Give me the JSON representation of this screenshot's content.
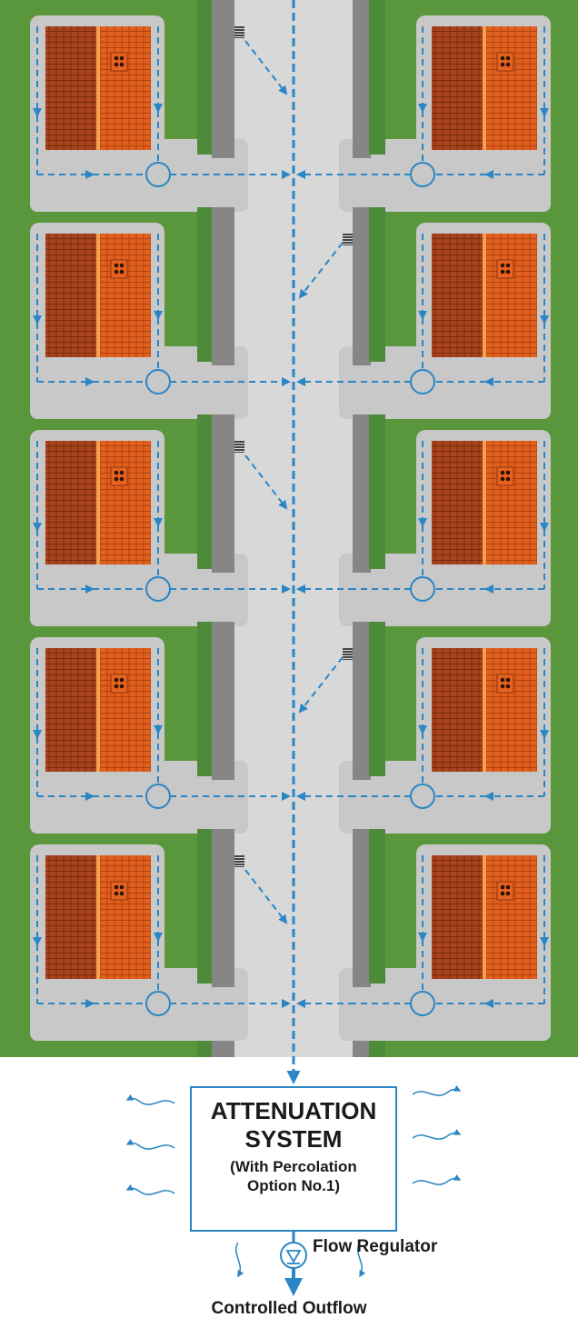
{
  "attenuation_box": {
    "line1": "ATTENUATION",
    "line2": "SYSTEM",
    "line3": "(With Percolation",
    "line4": "Option No.1)"
  },
  "flow_regulator_label": "Flow Regulator",
  "outflow_label": "Controlled Outflow",
  "colors": {
    "grass": "#5a963c",
    "paving": "#c8c8c8",
    "road": "#d8d8d8",
    "roof_dark": "#a8431c",
    "roof_light": "#e8621f",
    "ridge": "#f6a04a",
    "flow_line": "#2a86c4",
    "wall": "#868686",
    "hedge": "#4d8a3a"
  },
  "plots_per_side": 5,
  "flow_direction": "downward to attenuation system"
}
